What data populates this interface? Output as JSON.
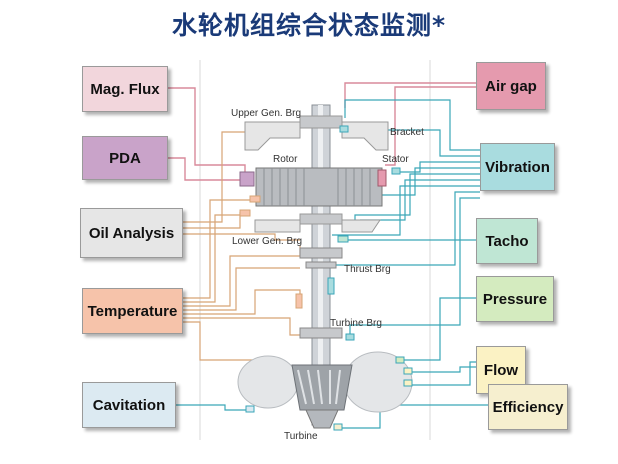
{
  "title": "水轮机组综合状态监测*",
  "left_boxes": {
    "mag_flux": "Mag. Flux",
    "pda": "PDA",
    "oil_analysis": "Oil Analysis",
    "temperature": "Temperature",
    "cavitation": "Cavitation"
  },
  "right_boxes": {
    "air_gap": "Air gap",
    "vibration": "Vibration",
    "tacho": "Tacho",
    "pressure": "Pressure",
    "flow": "Flow",
    "efficiency": "Efficiency"
  },
  "component_labels": {
    "upper_gen_brg": "Upper Gen. Brg",
    "bracket": "Bracket",
    "rotor": "Rotor",
    "stator": "Stator",
    "lower_gen_brg": "Lower Gen. Brg",
    "thrust_brg": "Thrust Brg",
    "turbine_brg": "Turbine Brg",
    "turbine": "Turbine"
  },
  "colors": {
    "title": "#1a3a78",
    "mag_flux_box": "#f2d6dc",
    "pda_box": "#c9a3c9",
    "oil_box": "#e6e6e6",
    "temperature_box": "#f6c3aa",
    "cavitation_box": "#dceaf2",
    "air_gap_box": "#e59aae",
    "vibration_box": "#a9dcdf",
    "tacho_box": "#bfe6d4",
    "pressure_box": "#d4ebbf",
    "flow_box": "#fbf2c4",
    "efficiency_box": "#f6efcf",
    "sensor_line_teal": "#3aa6b8",
    "sensor_line_tan": "#d7a475",
    "sensor_line_pink": "#d98a9b"
  }
}
